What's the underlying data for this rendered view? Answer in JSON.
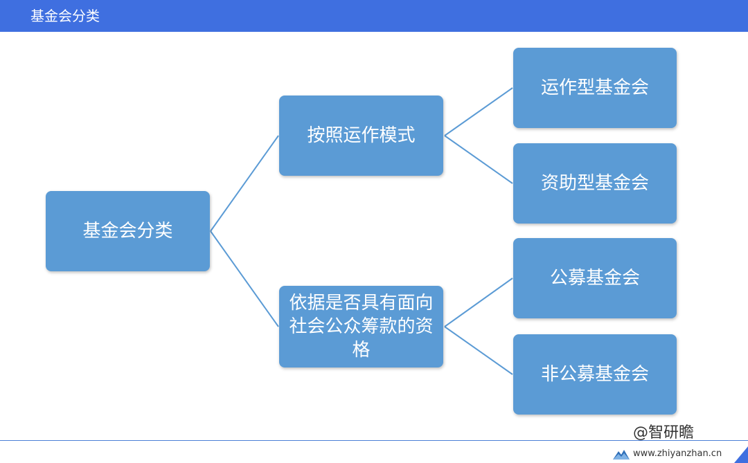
{
  "header": {
    "title": "基金会分类"
  },
  "diagram": {
    "root": "基金会分类",
    "branches": [
      {
        "label": "按照运作模式",
        "children": [
          "运作型基金会",
          "资助型基金会"
        ]
      },
      {
        "label": "依据是否具有面向社会公众筹款的资格",
        "children": [
          "公募基金会",
          "非公募基金会"
        ]
      }
    ]
  },
  "footer": {
    "brand": "@智研瞻",
    "site": "www.zhiyanzhan.cn"
  },
  "colors": {
    "header": "#3f6fe0",
    "node": "#5b9bd5",
    "line": "#5b9bd5"
  }
}
